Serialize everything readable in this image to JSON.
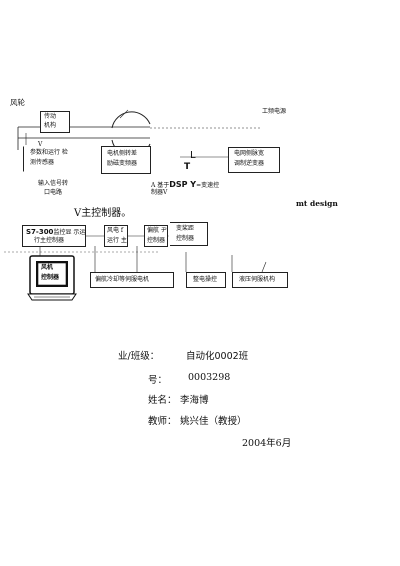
{
  "diagram": {
    "fan_label": "风轮",
    "transmission": [
      "传动",
      "机构"
    ],
    "grid_label": "工频电源",
    "sensor_box": [
      "参数和运行 检",
      "测传感器"
    ],
    "motor_side_converter": [
      "电机侧转差",
      "励磁变频器"
    ],
    "grid_side_converter": [
      "电网侧脉宽",
      "调制逆变器"
    ],
    "letter_L": "L",
    "letter_T": "T",
    "letter_V": "V",
    "io_label": [
      "输入信号转",
      "口电路"
    ],
    "dsp_line1_prefix": "A 基于",
    "dsp_line1_bold": "DSP Y",
    "dsp_line1_suffix": "=变速控",
    "dsp_line2": "制器V",
    "mt_design": "mt design",
    "main_controller": "V主控制器。",
    "s7_bold": "S7-300",
    "s7_rest": "监控显 示运",
    "s7_line2": "行主控制器",
    "fan_ctrl": [
      "风电 f",
      "运行 主"
    ],
    "yaw_ctrl": [
      "偏航 ヂ",
      "控制器"
    ],
    "pitch_ctrl": [
      "变桨距",
      "控制器"
    ],
    "monitor_screen": [
      "风机",
      "控制器"
    ],
    "bottom_boxes": [
      "偏航冷却等伺服电机",
      "整电操控",
      "液压伺服机构"
    ]
  },
  "info": {
    "major_label": "业/班级：",
    "major_value": "自动化0002班",
    "id_label": "号：",
    "id_value": "0003298",
    "name_label": "姓名：",
    "name_value": "李海博",
    "teacher_label": "教师：",
    "teacher_value": "姚兴佳（教授）",
    "date": "2004年6月"
  }
}
